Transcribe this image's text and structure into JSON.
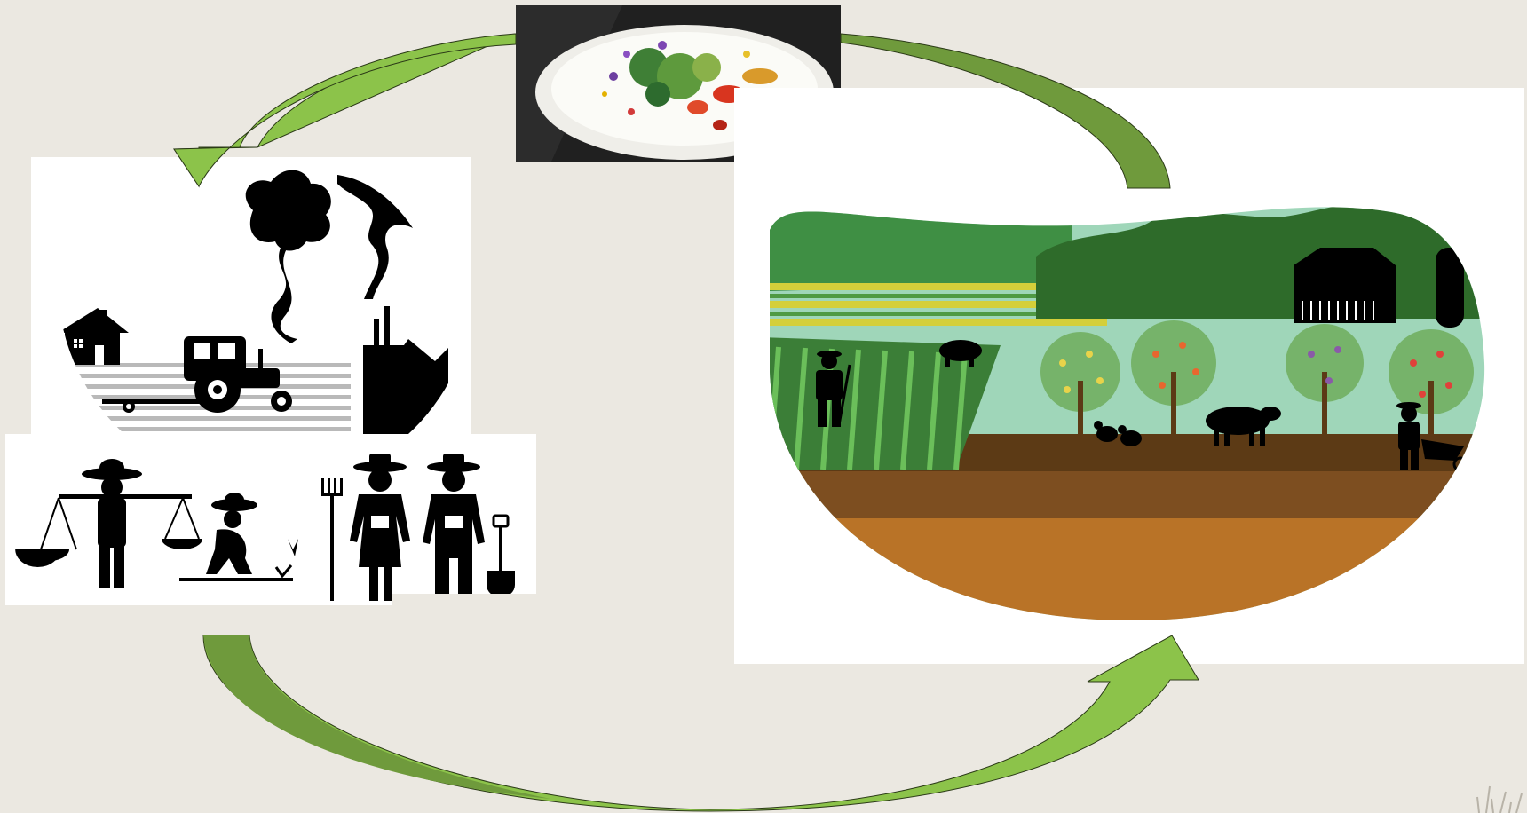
{
  "slide": {
    "background_color": "#ebe8e1",
    "arrow_colors": {
      "light": "#8cc34a",
      "dark": "#6f9a3c",
      "outline": "#2b3a17"
    }
  },
  "panels": {
    "plate": {
      "icon": "plate-of-food-icon"
    },
    "industry": {
      "icons": [
        "house-icon",
        "tractor-icon",
        "smoke-cloud-icon",
        "factory-icon"
      ]
    },
    "workers": {
      "icons": [
        "scale-bearer-icon",
        "crouching-farmer-icon",
        "pitchfork-icon",
        "farmer-woman-icon",
        "farmer-man-icon",
        "shovel-icon"
      ]
    },
    "farm": {
      "icons": [
        "farmer-icon",
        "pig-icon",
        "fruit-tree-icon",
        "chicken-icon",
        "cow-icon",
        "barn-icon",
        "wheelbarrow-farmer-icon"
      ]
    }
  },
  "arrows": [
    "arrow-plate-to-industry",
    "arrow-farm-to-plate",
    "arrow-workers-to-farm"
  ]
}
